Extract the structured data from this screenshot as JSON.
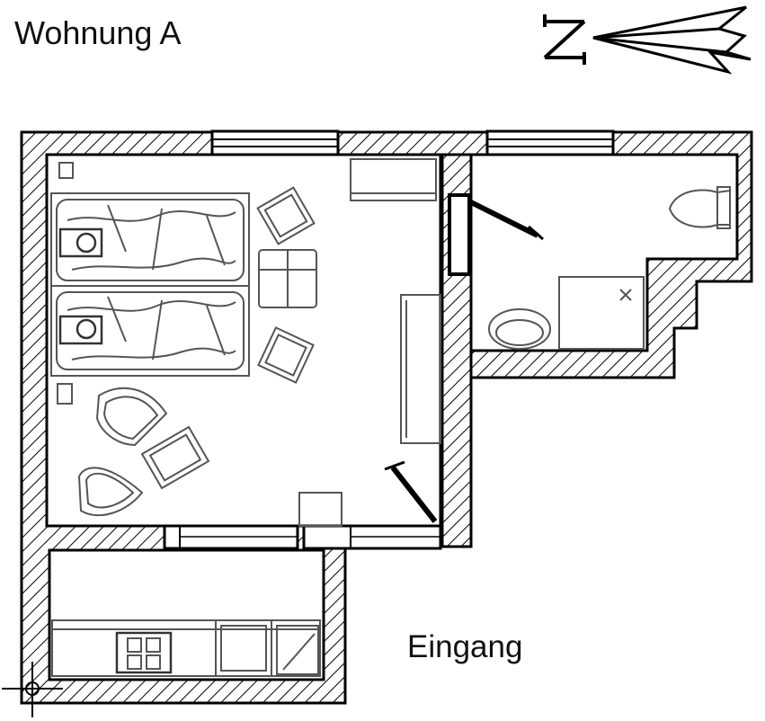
{
  "title": "Wohnung A",
  "north_label": "N",
  "entrance_label": "Eingang",
  "colors": {
    "wall": "#000000",
    "furniture": "#555555",
    "background": "#ffffff"
  },
  "icons": [
    "north-arrow-icon",
    "origin-crosshair-icon",
    "door-swing-icon"
  ]
}
